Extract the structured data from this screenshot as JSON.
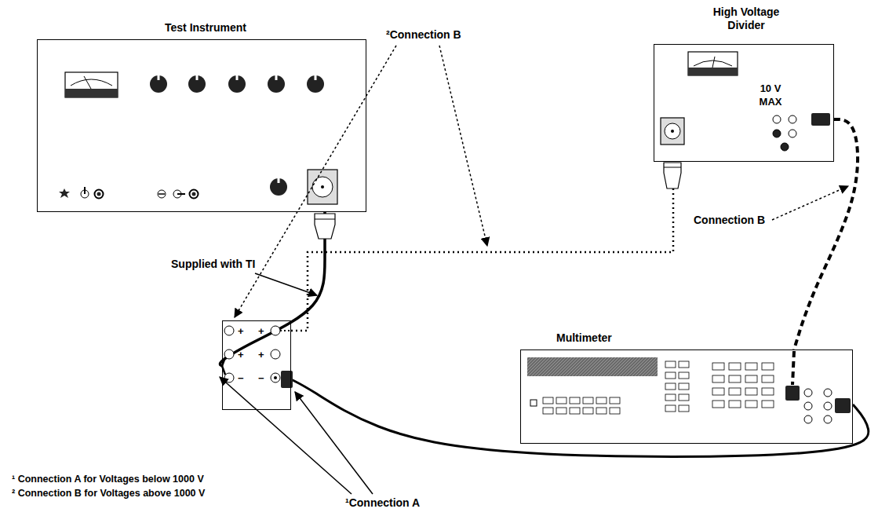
{
  "diagram": {
    "nodes": [
      {
        "text": [
          "Test Instrument"
        ]
      },
      {
        "text": [
          "High Voltage Divider",
          "10 V MAX"
        ]
      },
      {
        "text": [
          "+",
          "+",
          "+",
          "+",
          "−",
          "−"
        ]
      },
      {
        "text": [
          "Multimeter"
        ]
      }
    ],
    "edges": [
      {
        "from": 0,
        "to": 2,
        "arrow": "none"
      },
      {
        "from": 2,
        "to": 3,
        "arrow": "none"
      },
      {
        "from": 2,
        "to": 1,
        "arrow": "none"
      },
      {
        "from": 1,
        "to": 3,
        "arrow": "none"
      }
    ],
    "labels": [
      "Supplied with TI",
      "²Connection B",
      "Connection B",
      "¹Connection A",
      "¹ Connection A for Voltages below 1000 V",
      "² Connection B for Voltages above 1000 V"
    ]
  }
}
